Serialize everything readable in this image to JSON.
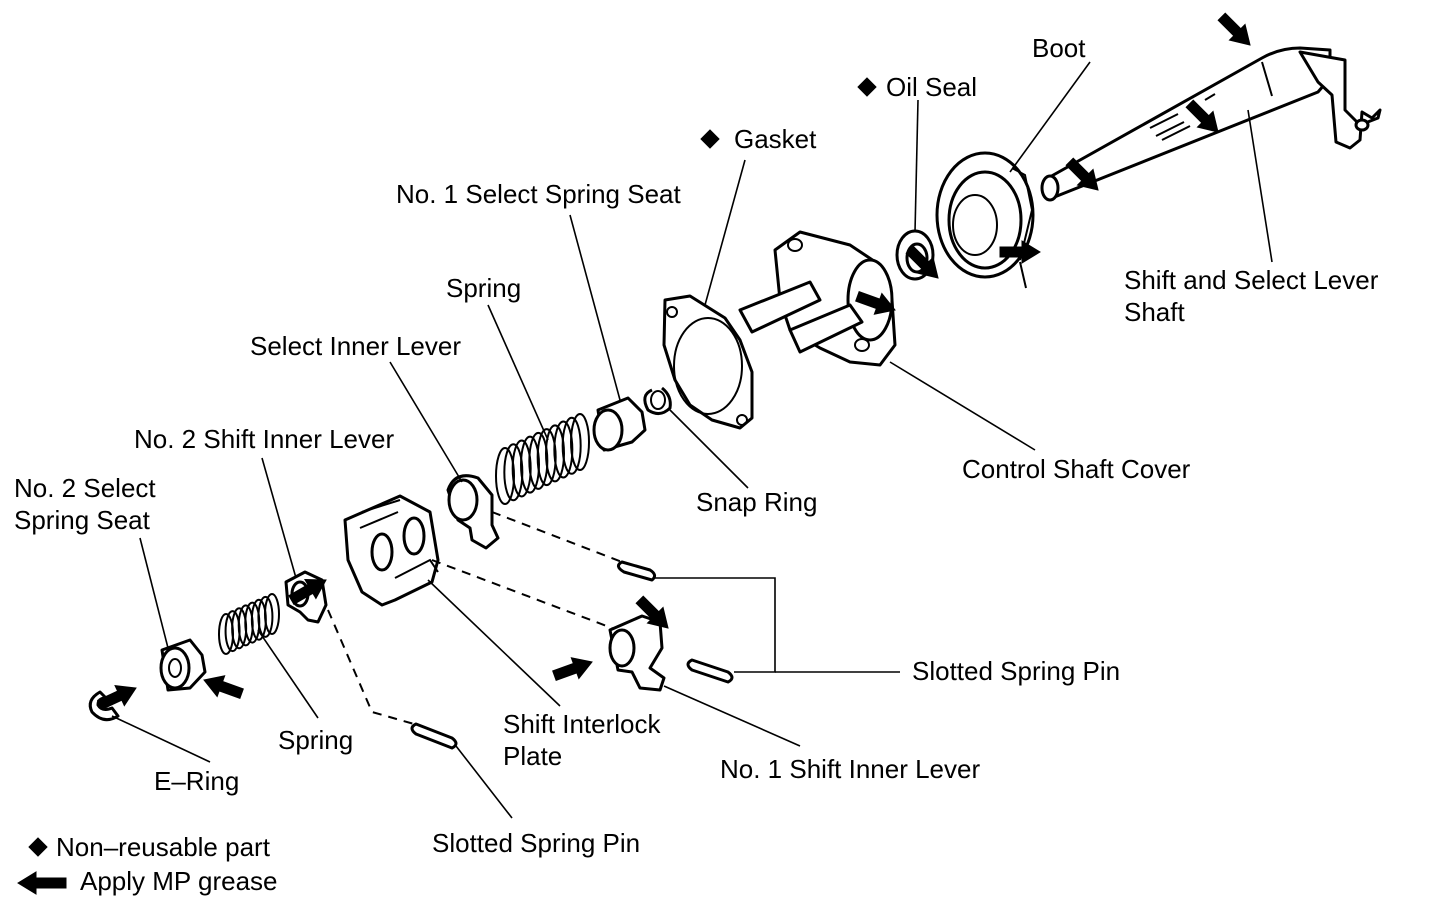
{
  "labels": {
    "boot": "Boot",
    "oil_seal": "Oil Seal",
    "gasket": "Gasket",
    "no1_select_spring_seat": "No. 1 Select Spring Seat",
    "spring_upper": "Spring",
    "select_inner_lever": "Select Inner Lever",
    "no2_shift_inner_lever": "No. 2 Shift Inner Lever",
    "no2_select_spring_seat_line1": "No. 2 Select",
    "no2_select_spring_seat_line2": "Spring Seat",
    "shift_select_lever_shaft_line1": "Shift and Select Lever",
    "shift_select_lever_shaft_line2": "Shaft",
    "control_shaft_cover": "Control Shaft Cover",
    "snap_ring": "Snap Ring",
    "slotted_spring_pin_right": "Slotted Spring Pin",
    "shift_interlock_plate_line1": "Shift Interlock",
    "shift_interlock_plate_line2": "Plate",
    "no1_shift_inner_lever": "No. 1 Shift Inner Lever",
    "spring_lower": "Spring",
    "e_ring": "E–Ring",
    "slotted_spring_pin_bottom": "Slotted Spring Pin"
  },
  "legend": {
    "non_reusable": "Non–reusable part",
    "apply_grease": "Apply MP grease"
  }
}
